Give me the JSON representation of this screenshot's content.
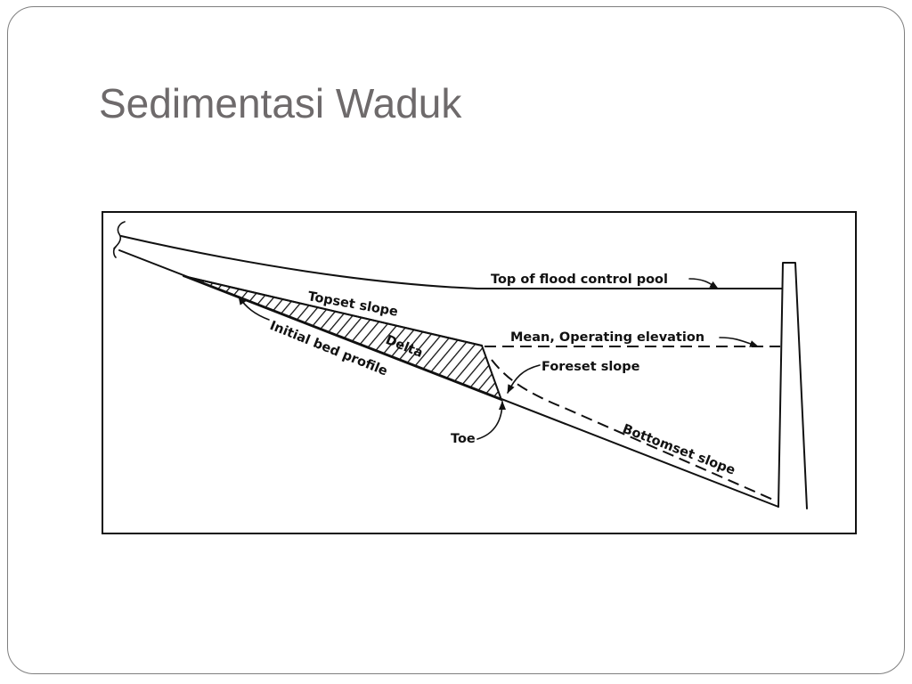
{
  "slide": {
    "title": "Sedimentasi Waduk"
  },
  "diagram": {
    "labels": {
      "top_of_flood_control_pool": "Top of flood control pool",
      "topset_slope": "Topset slope",
      "mean_operating_elevation": "Mean, Operating elevation",
      "delta": "Delta",
      "initial_bed_profile": "Initial bed profile",
      "foreset_slope": "Foreset slope",
      "toe": "Toe",
      "bottomset_slope": "Bottomset slope"
    },
    "colors": {
      "ink": "#111111",
      "title": "#6e6a6b",
      "frame": "#7f7f7f"
    }
  }
}
